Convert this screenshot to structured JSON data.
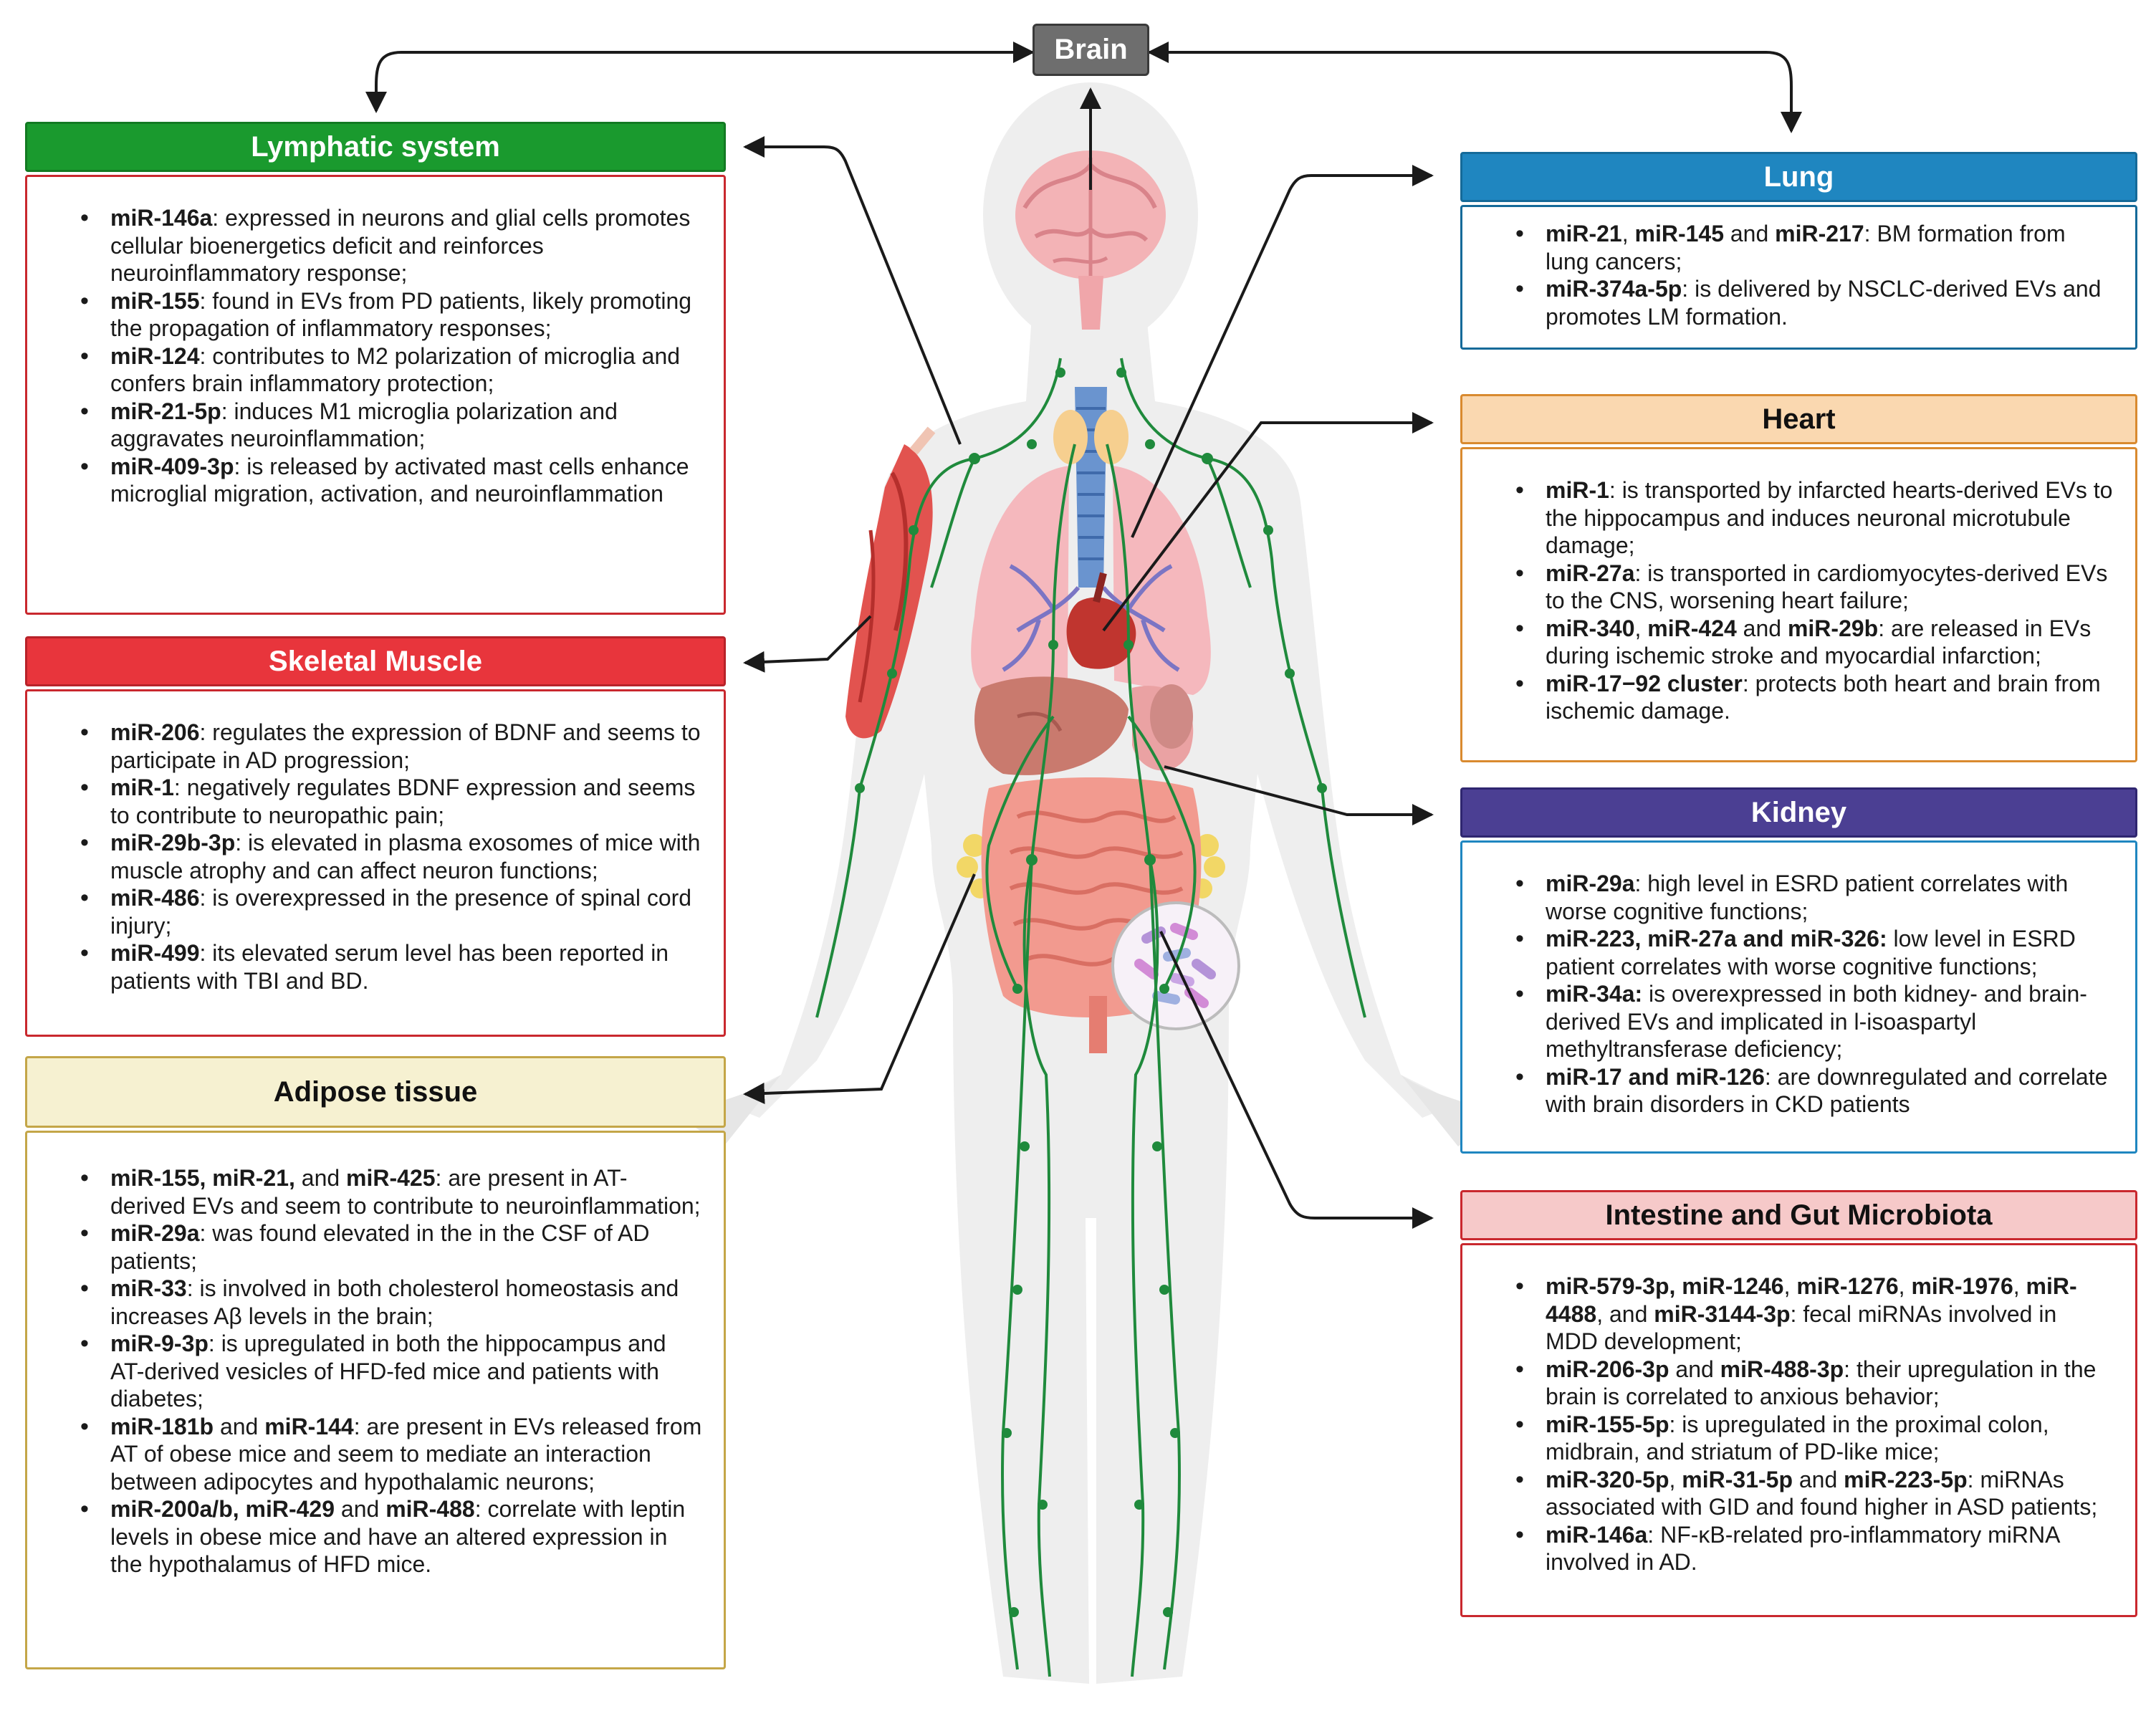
{
  "brain_label": "Brain",
  "colors": {
    "lymphatic": "#1a9a2e",
    "muscle": "#e8353c",
    "adipose": "#f6f1d1",
    "lung": "#1f86c0",
    "heart": "#fad8b0",
    "kidney": "#4b3f93",
    "intestine": "#f6c9c9",
    "lymph_vessels": "#1f8a3c"
  },
  "sections": {
    "lymphatic": {
      "title": "Lymphatic system",
      "items": [
        [
          {
            "b": "miR-146a"
          },
          {
            "t": ": expressed in neurons and glial cells promotes cellular bioenergetics deficit and reinforces neuroinflammatory response;"
          }
        ],
        [
          {
            "b": "miR-155"
          },
          {
            "t": ": found in EVs from PD patients, likely promoting the propagation of inflammatory responses;"
          }
        ],
        [
          {
            "b": "miR-124"
          },
          {
            "t": ": contributes to M2 polarization of microglia and confers brain inflammatory protection;"
          }
        ],
        [
          {
            "b": "miR-21-5p"
          },
          {
            "t": ": induces M1 microglia polarization and aggravates neuroinflammation;"
          }
        ],
        [
          {
            "b": "miR-409-3p"
          },
          {
            "t": ": is released by activated mast cells enhance microglial migration, activation, and neuroinflammation"
          }
        ]
      ]
    },
    "muscle": {
      "title": "Skeletal Muscle",
      "items": [
        [
          {
            "b": "miR-206"
          },
          {
            "t": ": regulates the expression of BDNF and seems to participate in AD progression;"
          }
        ],
        [
          {
            "b": "miR-1"
          },
          {
            "t": ": negatively regulates BDNF expression and seems to contribute to neuropathic pain;"
          }
        ],
        [
          {
            "b": "miR-29b-3p"
          },
          {
            "t": ": is elevated in plasma exosomes of mice with muscle atrophy and can affect neuron functions;"
          }
        ],
        [
          {
            "b": "miR-486"
          },
          {
            "t": ": is overexpressed in the presence of spinal cord injury;"
          }
        ],
        [
          {
            "b": "miR-499"
          },
          {
            "t": ": its elevated serum level has been reported in patients with TBI and BD."
          }
        ]
      ]
    },
    "adipose": {
      "title": "Adipose tissue",
      "items": [
        [
          {
            "b": "miR-155, miR-21,"
          },
          {
            "t": " and "
          },
          {
            "b": "miR-425"
          },
          {
            "t": ": are present in AT-derived EVs and seem to contribute to neuroinflammation;"
          }
        ],
        [
          {
            "b": "miR-29a"
          },
          {
            "t": ": was found elevated in the in the CSF of AD patients;"
          }
        ],
        [
          {
            "b": "miR-33"
          },
          {
            "t": ": is involved in both cholesterol homeostasis and increases Aβ levels in the brain;"
          }
        ],
        [
          {
            "b": "miR-9-3p"
          },
          {
            "t": ": is upregulated in both the hippocampus and AT-derived vesicles of HFD-fed mice and patients with diabetes;"
          }
        ],
        [
          {
            "b": "miR-181b"
          },
          {
            "t": " and "
          },
          {
            "b": "miR-144"
          },
          {
            "t": ": are present in EVs released from AT of obese mice and seem to mediate an interaction between adipocytes and hypothalamic neurons;"
          }
        ],
        [
          {
            "b": "miR-200a/b, miR-429"
          },
          {
            "t": " and "
          },
          {
            "b": "miR-488"
          },
          {
            "t": ": correlate with leptin levels in obese mice and have an altered expression in the hypothalamus of HFD mice."
          }
        ]
      ]
    },
    "lung": {
      "title": "Lung",
      "items": [
        [
          {
            "b": "miR-21"
          },
          {
            "t": ", "
          },
          {
            "b": "miR-145"
          },
          {
            "t": " and "
          },
          {
            "b": "miR-217"
          },
          {
            "t": ": BM formation from lung cancers;"
          }
        ],
        [
          {
            "b": "miR-374a-5p"
          },
          {
            "t": ": is delivered by NSCLC-derived EVs and promotes LM formation."
          }
        ]
      ]
    },
    "heart": {
      "title": "Heart",
      "items": [
        [
          {
            "b": "miR-1"
          },
          {
            "t": ": is transported by infarcted hearts-derived EVs to the hippocampus and induces neuronal microtubule damage;"
          }
        ],
        [
          {
            "b": "miR-27a"
          },
          {
            "t": ": is transported in cardiomyocytes-derived EVs to the CNS, worsening heart failure;"
          }
        ],
        [
          {
            "b": "miR-340"
          },
          {
            "t": ", "
          },
          {
            "b": "miR-424"
          },
          {
            "t": " and "
          },
          {
            "b": "miR-29b"
          },
          {
            "t": ": are released in EVs during  ischemic stroke and myocardial infarction;"
          }
        ],
        [
          {
            "b": "miR-17−92 cluster"
          },
          {
            "t": ": protects both heart and brain from ischemic damage."
          }
        ]
      ]
    },
    "kidney": {
      "title": "Kidney",
      "items": [
        [
          {
            "b": "miR-29a"
          },
          {
            "t": ": high level in ESRD patient correlates with worse cognitive functions;"
          }
        ],
        [
          {
            "b": "miR-223, miR-27a and miR-326:"
          },
          {
            "t": " low level in ESRD patient correlates with worse cognitive functions;"
          }
        ],
        [
          {
            "b": "miR-34a:"
          },
          {
            "t": " is overexpressed in both kidney- and brain-derived EVs and implicated in l-isoaspartyl methyltransferase deficiency;"
          }
        ],
        [
          {
            "b": "miR-17 and miR-126"
          },
          {
            "t": ": are downregulated and correlate with brain disorders in CKD patients"
          }
        ]
      ]
    },
    "intestine": {
      "title": "Intestine and Gut Microbiota",
      "items": [
        [
          {
            "b": "miR-579-3p, miR-1246"
          },
          {
            "t": ", "
          },
          {
            "b": "miR-1276"
          },
          {
            "t": ", "
          },
          {
            "b": "miR-1976"
          },
          {
            "t": ", "
          },
          {
            "b": "miR-4488"
          },
          {
            "t": ", and "
          },
          {
            "b": "miR-3144-3p"
          },
          {
            "t": ": fecal miRNAs involved in MDD development;"
          }
        ],
        [
          {
            "b": "miR-206-3p"
          },
          {
            "t": " and "
          },
          {
            "b": "miR-488-3p"
          },
          {
            "t": ": their upregulation in the brain is correlated to anxious  behavior;"
          }
        ],
        [
          {
            "b": "miR-155-5p"
          },
          {
            "t": ": is upregulated in the proximal colon, midbrain, and striatum of PD-like mice;"
          }
        ],
        [
          {
            "b": "miR-320-5p"
          },
          {
            "t": ", "
          },
          {
            "b": "miR-31-5p"
          },
          {
            "t": " and "
          },
          {
            "b": "miR-223-5p"
          },
          {
            "t": ": miRNAs associated with GID and found higher in ASD patients;"
          }
        ],
        [
          {
            "b": "miR-146a"
          },
          {
            "t": ": NF-κB-related pro-inflammatory miRNA involved in AD."
          }
        ]
      ]
    }
  }
}
